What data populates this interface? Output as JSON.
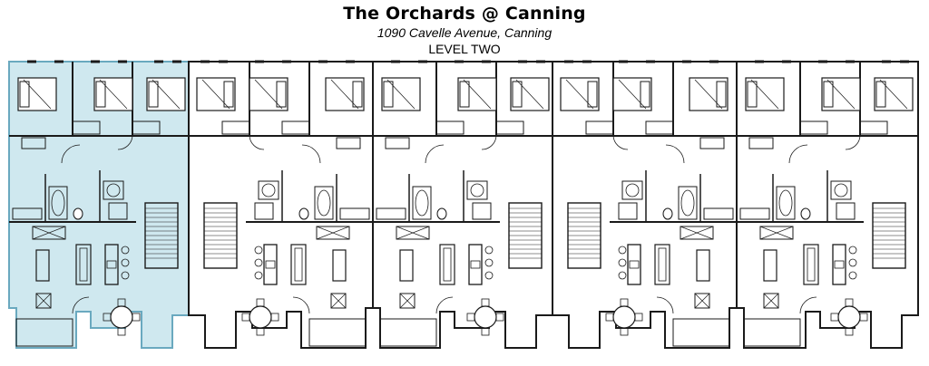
{
  "header": {
    "title": "The Orchards @ Canning",
    "address": "1090 Cavelle Avenue, Canning",
    "level": "LEVEL TWO"
  },
  "colors": {
    "highlight_fill": "#cfe8ef",
    "highlight_stroke": "#6aa9bf",
    "line": "#1a1a1a"
  },
  "units": [
    {
      "id": "unit-1",
      "highlighted": true
    },
    {
      "id": "unit-2",
      "highlighted": false
    },
    {
      "id": "unit-3",
      "highlighted": false
    },
    {
      "id": "unit-4",
      "highlighted": false
    },
    {
      "id": "unit-5",
      "highlighted": false
    }
  ]
}
